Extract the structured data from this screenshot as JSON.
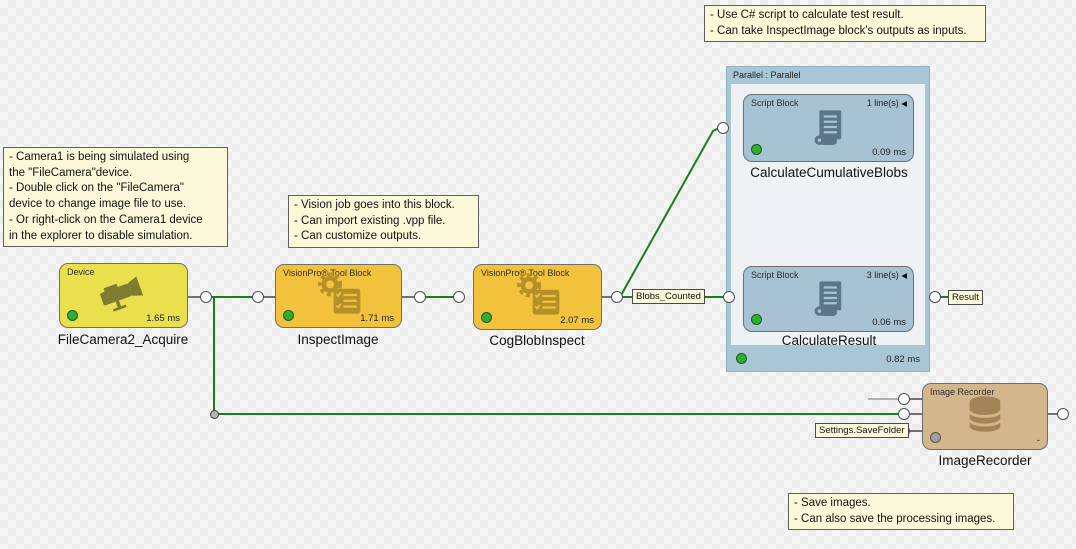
{
  "notes": {
    "camera": {
      "lines": [
        "- Camera1 is being simulated using",
        "the \"FileCamera\"device.",
        "- Double click on the \"FileCamera\"",
        "device to change image file to use.",
        "- Or right-click on the Camera1 device",
        "in the explorer to disable simulation."
      ]
    },
    "vision": {
      "lines": [
        "- Vision job goes into this block.",
        "- Can import existing .vpp file.",
        "- Can customize outputs."
      ]
    },
    "script": {
      "lines": [
        "- Use C# script to calculate test result.",
        "- Can take InspectImage block's outputs as inputs."
      ]
    },
    "save": {
      "lines": [
        "- Save images.",
        "- Can also save the processing images."
      ]
    }
  },
  "nodes": {
    "file_camera": {
      "type_label": "Device",
      "name": "FileCamera2_Acquire",
      "time": "1.65 ms",
      "icon": "cctv-camera-icon"
    },
    "inspect_image": {
      "type_label": "VisionPro® Tool Block",
      "name": "InspectImage",
      "time": "1.71 ms",
      "icon": "gear-checklist-icon"
    },
    "cog_blob_inspect": {
      "type_label": "VisionPro® Tool Block",
      "name": "CogBlobInspect",
      "time": "2.07 ms",
      "icon": "gear-checklist-icon"
    },
    "calc_cumulative_blobs": {
      "type_label": "Script Block",
      "lines_label": "1 line(s)",
      "name": "CalculateCumulativeBlobs",
      "time": "0.09 ms",
      "icon": "script-scroll-icon"
    },
    "calc_result": {
      "type_label": "Script Block",
      "lines_label": "3 line(s)",
      "name": "CalculateResult",
      "time": "0.06 ms",
      "icon": "script-scroll-icon"
    },
    "image_recorder": {
      "type_label": "Image Recorder",
      "name": "ImageRecorder",
      "time": "-",
      "icon": "database-icon"
    }
  },
  "parallel": {
    "header": "Parallel : Parallel",
    "time": "0.82 ms"
  },
  "wire_labels": {
    "blobs": "Blobs_Counted",
    "result": "Result",
    "save_folder": "Settings.SaveFolder"
  },
  "glyphs": {
    "collapse": "◀"
  },
  "colors": {
    "wire_green": "#1d7c1e",
    "node_yellow": "#eae04e",
    "node_amber": "#f2c23d",
    "node_blue": "#a7c3d3",
    "node_tan": "#d4b68d",
    "parallel_frame": "#a9c6d4",
    "note_bg": "#fbf8d9",
    "status_green": "#2fae2f"
  }
}
